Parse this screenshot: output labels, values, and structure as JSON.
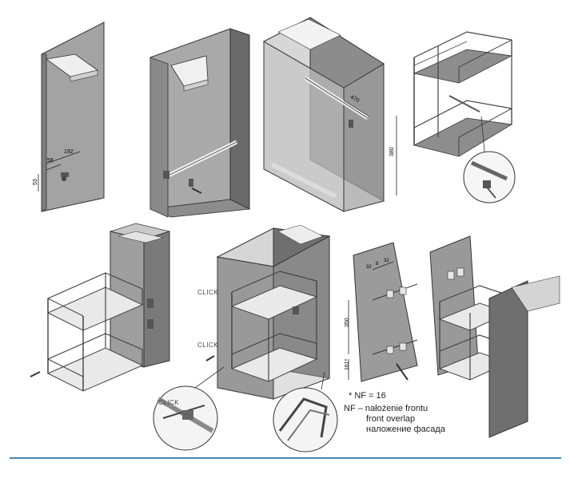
{
  "labels": {
    "click_1": "CLICK",
    "click_2": "CLICK",
    "click_3": "CLICK",
    "legend_nf": "* NF = 16",
    "legend_pl": "NF – nałożenie frontu",
    "legend_en": "front overlap",
    "legend_ru": "наложение фасада"
  },
  "dimensions": {
    "d1_height": "53",
    "d1_offset": "58",
    "d1_depth": "192",
    "d3_depth": "470",
    "d3_height": "380",
    "d6_gap": "350",
    "d6_bottom": "161*",
    "d6_a": "32",
    "d6_b": "8",
    "d6_c": "32"
  },
  "colors": {
    "panel": "#9a9a9a",
    "panel_dark": "#6e6e6e",
    "panel_light": "#bdbdbd",
    "shelf_top": "#e6e6e6",
    "basket": "#d9d9d9",
    "rod": "#5a5a5a",
    "line": "#2b2b2b",
    "accent": "#4a86b4"
  }
}
